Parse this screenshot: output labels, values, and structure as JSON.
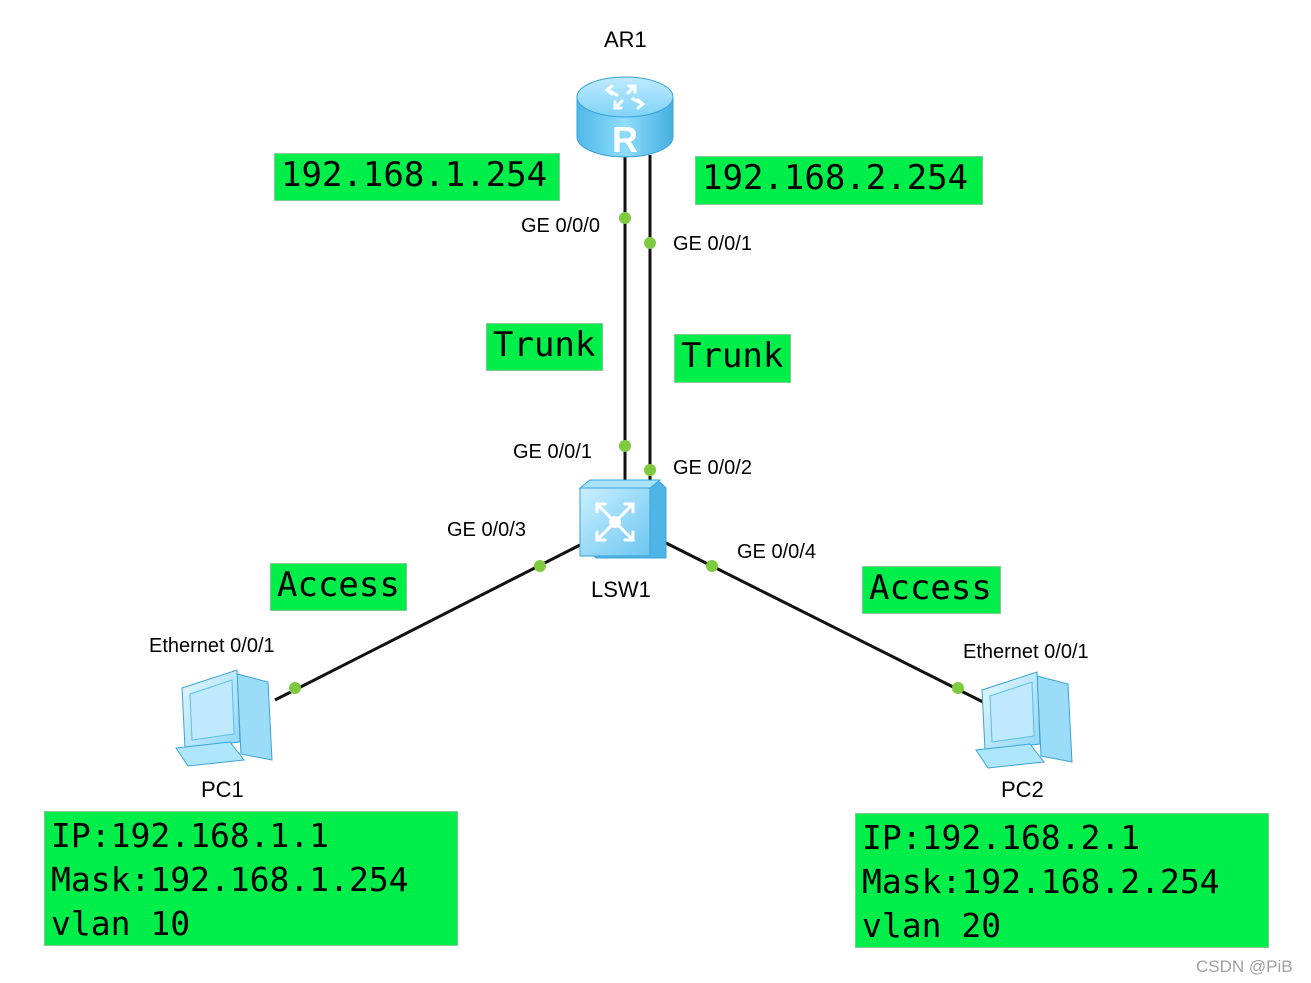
{
  "devices": {
    "router": "AR1",
    "switch": "LSW1",
    "pc1": "PC1",
    "pc2": "PC2"
  },
  "ports": {
    "ar1_ge000": "GE 0/0/0",
    "ar1_ge001": "GE 0/0/1",
    "lsw1_ge001": "GE 0/0/1",
    "lsw1_ge002": "GE 0/0/2",
    "lsw1_ge003": "GE 0/0/3",
    "lsw1_ge004": "GE 0/0/4",
    "pc1_eth": "Ethernet 0/0/1",
    "pc2_eth": "Ethernet 0/0/1"
  },
  "notes": {
    "ar1_ip_left": "192.168.1.254",
    "ar1_ip_right": "192.168.2.254",
    "trunk_left": "Trunk",
    "trunk_right": "Trunk",
    "access_left": "Access",
    "access_right": "Access",
    "pc1_info": [
      "IP:192.168.1.1",
      "Mask:192.168.1.254",
      "vlan 10"
    ],
    "pc2_info": [
      "IP:192.168.2.1",
      "Mask:192.168.2.254",
      "vlan 20"
    ]
  },
  "watermark": "CSDN @PiB",
  "colors": {
    "note_fill": "#00ee4a",
    "port_dot": "#7dc93f",
    "link": "#111111",
    "device_blue": "#6fc9f2"
  },
  "icons": {
    "router": "router-icon",
    "switch": "switch-icon",
    "pc": "pc-icon"
  }
}
